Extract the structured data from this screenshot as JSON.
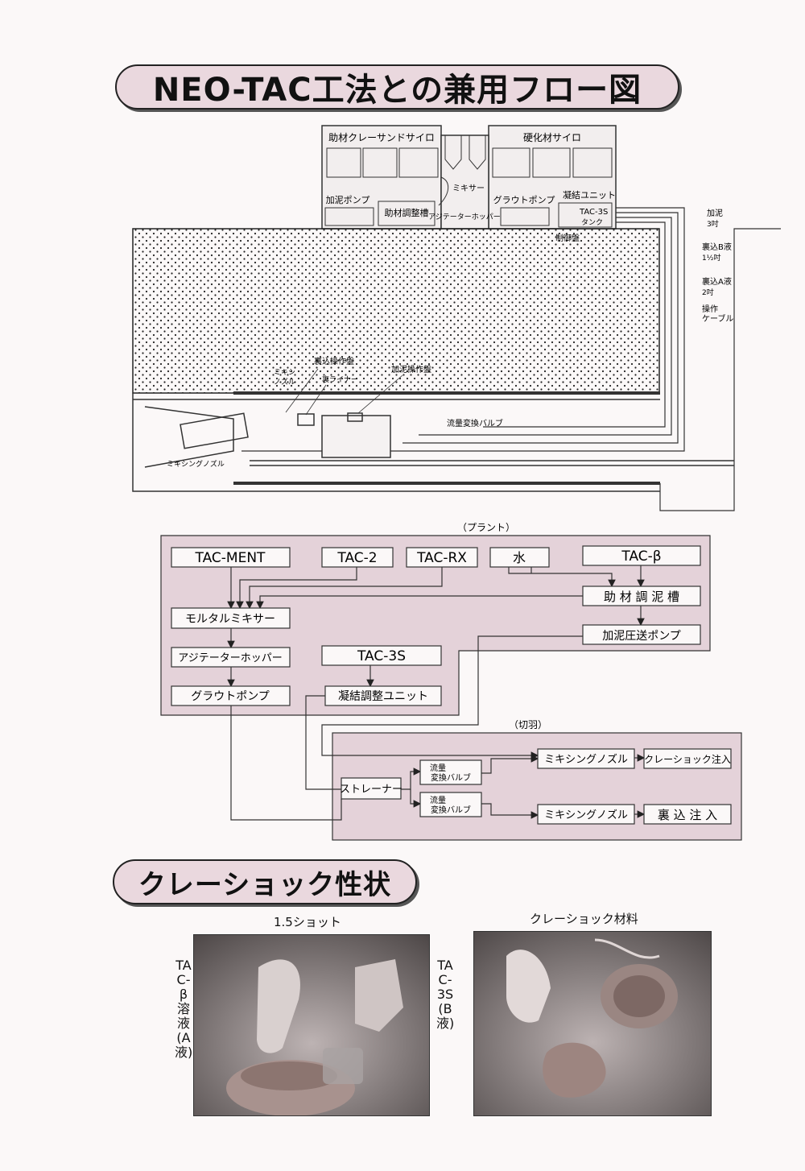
{
  "titles": {
    "flow": "NEO-TAC工法との兼用フロー図",
    "properties": "クレーショック性状"
  },
  "plant_diagram": {
    "silo_left": "助材クレーサンドサイロ",
    "silo_right": "硬化材サイロ",
    "mixer": "ミキサー",
    "mud_pump": "加泥ポンプ",
    "aux_tank": "助材調整槽",
    "agitator": "アジテーターホッパー",
    "grout_pump": "グラウトポンプ",
    "set_unit": "凝結ユニット",
    "tac3s_tank": "TAC-3S",
    "tac3s_tank2": "タンク",
    "control_panel": "制御盤",
    "pipe_mud": "加泥",
    "pipe_mud_size": "3吋",
    "pipe_b": "裏込B液",
    "pipe_b_size": "1½吋",
    "pipe_a": "裏込A液",
    "pipe_a_size": "2吋",
    "cable": "操作",
    "cable2": "ケーブル",
    "backfill_panel": "裏込操作盤",
    "mud_panel": "加泥操作盤",
    "mixing_label": "ミキシ",
    "mixing_label2": "ノズル",
    "back_liner": "裏ライナー",
    "flow_valve": "流量変換バルブ",
    "mixing_nozzle": "ミキシングノズル"
  },
  "flow": {
    "plant_label": "（プラント）",
    "face_label": "（切羽）",
    "boxes": {
      "tac_ment": "TAC-MENT",
      "tac_2": "TAC-2",
      "tac_rx": "TAC-RX",
      "water": "水",
      "tac_beta": "TAC-β",
      "aux_tank": "助 材 調 泥 槽",
      "mortar_mixer": "モルタルミキサー",
      "mud_pump": "加泥圧送ポンプ",
      "agitator": "アジテーターホッパー",
      "tac_3s": "TAC-3S",
      "grout_pump": "グラウトポンプ",
      "set_unit": "凝結調整ユニット",
      "strainer": "ストレーナー",
      "valve1a": "流量",
      "valve1b": "変換バルブ",
      "valve2a": "流量",
      "valve2b": "変換バルブ",
      "nozzle1": "ミキシングノズル",
      "nozzle2": "ミキシングノズル",
      "clayshock_inject": "クレーショック注入",
      "backfill_inject": "裏 込 注 入"
    }
  },
  "photos": {
    "left_caption": "1.5ショット",
    "right_caption": "クレーショック材料",
    "left_vertical": "TAC-β溶液(A液)",
    "right_vertical": "TAC-3S(B液)"
  }
}
